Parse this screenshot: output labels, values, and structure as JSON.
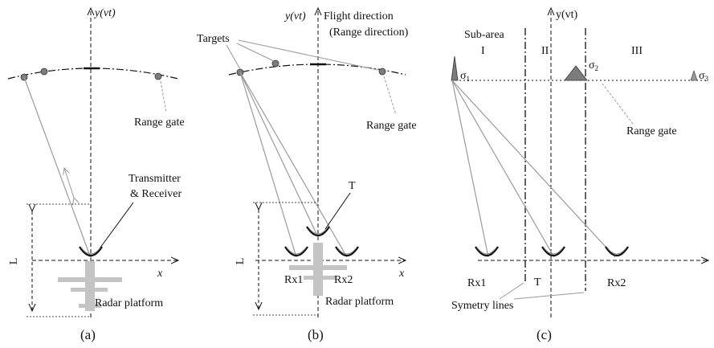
{
  "panel_a": {
    "axis_y": "y(vt)",
    "axis_x": "x",
    "range_gate": "Range gate",
    "transmitter_line1": "Transmitter",
    "transmitter_line2": "& Receiver",
    "length": "L",
    "platform": "Radar platform",
    "caption": "(a)"
  },
  "panel_b": {
    "axis_y": "y(vt)",
    "flight_line1": "Flight direction",
    "flight_line2": "(Range direction)",
    "targets": "Targets",
    "range_gate": "Range gate",
    "transmitter": "T",
    "length": "L",
    "rx1": "Rx1",
    "rx2": "Rx2",
    "axis_x": "x",
    "platform": "Radar platform",
    "caption": "(b)"
  },
  "panel_c": {
    "axis_y": "y(vt)",
    "sub_area": "Sub-area",
    "zone1": "I",
    "zone2": "II",
    "zone3": "III",
    "sigma": "σ",
    "sigma1_sub": "1",
    "sigma2_sub": "2",
    "sigma3_sub": "3",
    "range_gate": "Range gate",
    "rx1": "Rx1",
    "transmitter": "T",
    "rx2": "Rx2",
    "symmetry": "Symetry lines",
    "caption": "(c)"
  },
  "colors": {
    "ink": "#111111",
    "gray_line": "#9a9a9a",
    "target": "#7c7c7c",
    "platform": "#c4c4c4"
  }
}
